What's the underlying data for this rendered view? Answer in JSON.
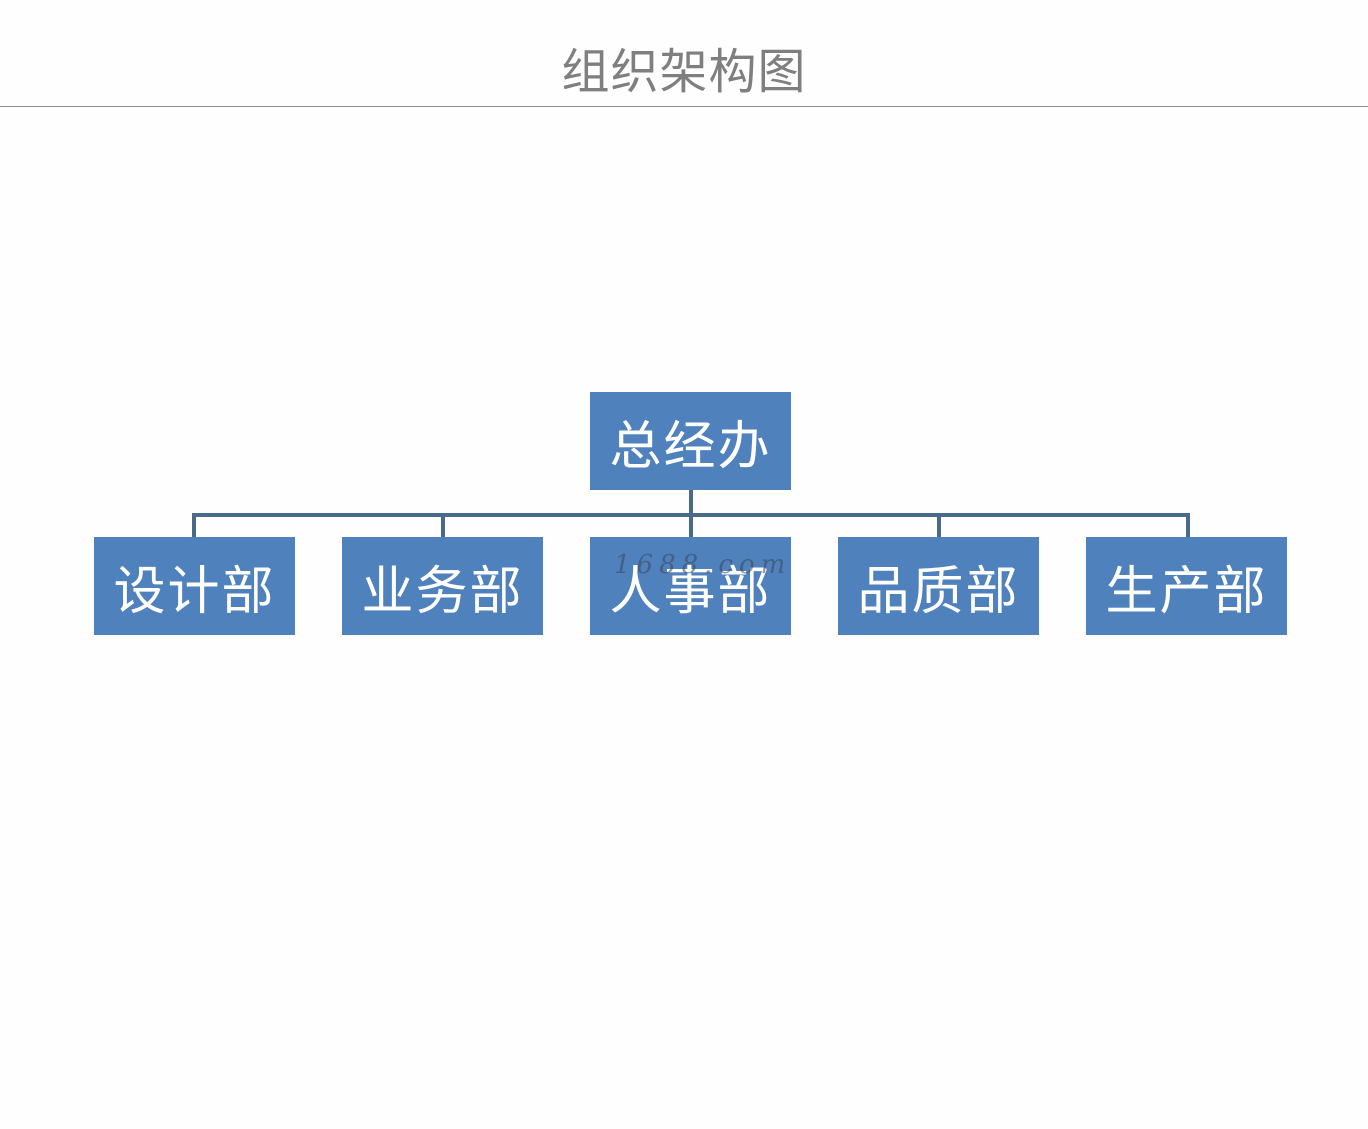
{
  "title": "组织架构图",
  "colors": {
    "node_fill": "#4f81bd",
    "node_text": "#ffffff",
    "connector": "#4a6a8c",
    "title_text": "#7f7f7f"
  },
  "org": {
    "root": "总经办",
    "children": [
      "设计部",
      "业务部",
      "人事部",
      "品质部",
      "生产部"
    ]
  },
  "watermark": "1688.com"
}
